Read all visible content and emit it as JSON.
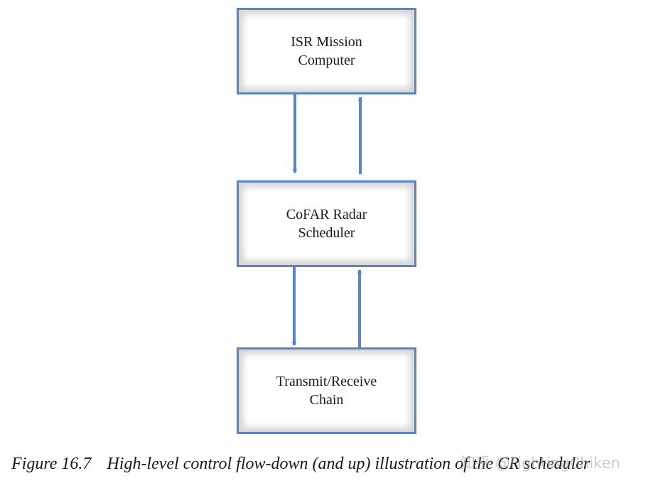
{
  "diagram": {
    "nodes": [
      {
        "id": "isr",
        "lines": [
          "ISR Mission",
          "Computer"
        ]
      },
      {
        "id": "cofar",
        "lines": [
          "CoFAR Radar",
          "Scheduler"
        ]
      },
      {
        "id": "trx",
        "lines": [
          "Transmit/Receive",
          "Chain"
        ]
      }
    ],
    "edges": [
      {
        "from": "isr",
        "to": "cofar",
        "direction": "down"
      },
      {
        "from": "cofar",
        "to": "isr",
        "direction": "up"
      },
      {
        "from": "cofar",
        "to": "trx",
        "direction": "down"
      },
      {
        "from": "trx",
        "to": "cofar",
        "direction": "up"
      }
    ],
    "colors": {
      "box_border": "#5b84c2",
      "arrow": "#5b84c2",
      "box_shadow": "#d3d3d3"
    }
  },
  "caption": {
    "figure_number": "Figure 16.7",
    "text": "High-level control flow-down (and up) illustration of the CR scheduler"
  },
  "watermark": "知乎 @FightingChiken"
}
